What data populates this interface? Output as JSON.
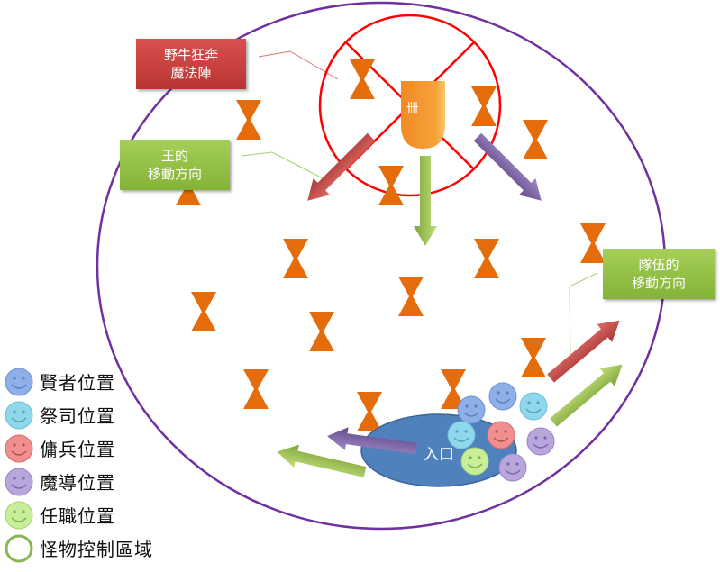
{
  "callouts": {
    "magic_circle": {
      "line1": "野牛狂奔",
      "line2": "魔法陣"
    },
    "king_direction": {
      "line1": "王的",
      "line2": "移動方向"
    },
    "party_direction": {
      "line1": "隊伍的",
      "line2": "移動方向"
    }
  },
  "boss_marker": {
    "label": "卌",
    "icon": "shield-icon"
  },
  "entrance": {
    "label": "入口"
  },
  "legend": [
    {
      "label": "賢者位置",
      "icon": "smiley-icon",
      "color": "#8eb0e8"
    },
    {
      "label": "祭司位置",
      "icon": "smiley-icon",
      "color": "#8fd8ec"
    },
    {
      "label": "傭兵位置",
      "icon": "smiley-icon",
      "color": "#ef8f8f"
    },
    {
      "label": "魔導位置",
      "icon": "smiley-icon",
      "color": "#b9a6dc"
    },
    {
      "label": "任職位置",
      "icon": "smiley-icon",
      "color": "#c9ee9a"
    },
    {
      "label": "怪物控制區域",
      "icon": "ring-icon",
      "color": "#8bb553"
    }
  ],
  "colors": {
    "area_outline": "#7030a0",
    "magic_circle": "#ff0000",
    "monster": "#e46c0a",
    "entrance": "#4f81bd",
    "arrow_red": "#c0504d",
    "arrow_green": "#9bbb59",
    "arrow_purple": "#8064a2"
  }
}
